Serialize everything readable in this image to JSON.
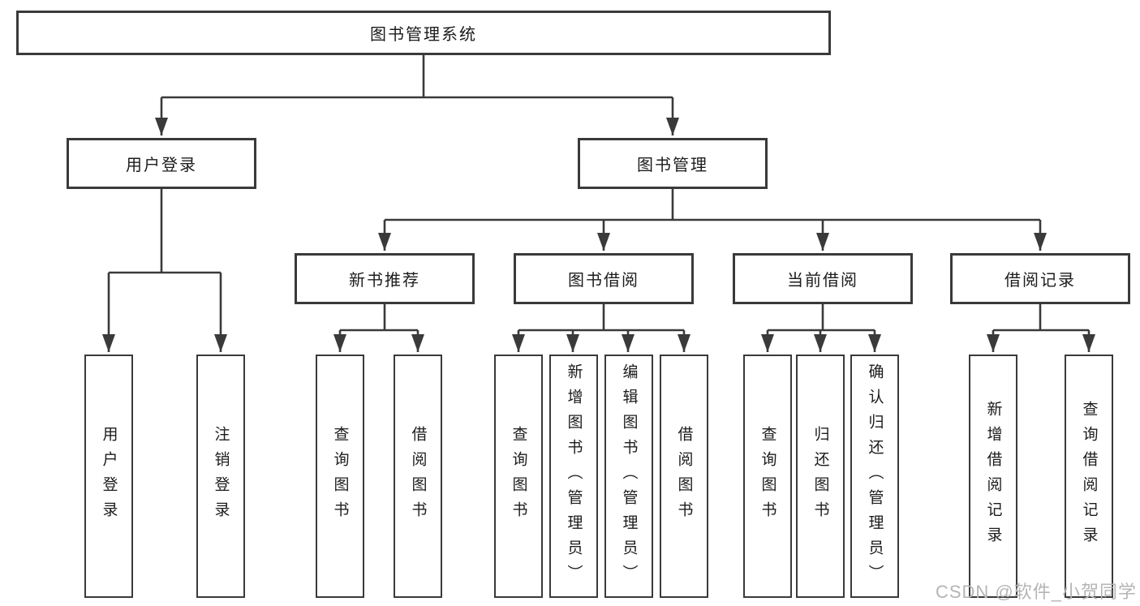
{
  "diagram": {
    "root": {
      "label": "图书管理系统"
    },
    "user_branch": {
      "label": "用户登录",
      "children": [
        {
          "label": "用户登录"
        },
        {
          "label": "注销登录"
        }
      ]
    },
    "book_branch": {
      "label": "图书管理",
      "sections": [
        {
          "label": "新书推荐",
          "children": [
            {
              "label": "查询图书"
            },
            {
              "label": "借阅图书"
            }
          ]
        },
        {
          "label": "图书借阅",
          "children": [
            {
              "label": "查询图书"
            },
            {
              "label": "新增图书（管理员）"
            },
            {
              "label": "编辑图书（管理员）"
            },
            {
              "label": "借阅图书"
            }
          ]
        },
        {
          "label": "当前借阅",
          "children": [
            {
              "label": "查询图书"
            },
            {
              "label": "归还图书"
            },
            {
              "label": "确认归还（管理员）"
            }
          ]
        },
        {
          "label": "借阅记录",
          "children": [
            {
              "label": "新增借阅记录"
            },
            {
              "label": "查询借阅记录"
            }
          ]
        }
      ]
    },
    "watermark": "CSDN @软件_小贺同学",
    "colors": {
      "line": "#3a3a3a",
      "border": "#3a3a3a",
      "text": "#1c1c1c",
      "watermark": "#b5b5b5",
      "background": "#ffffff"
    }
  }
}
